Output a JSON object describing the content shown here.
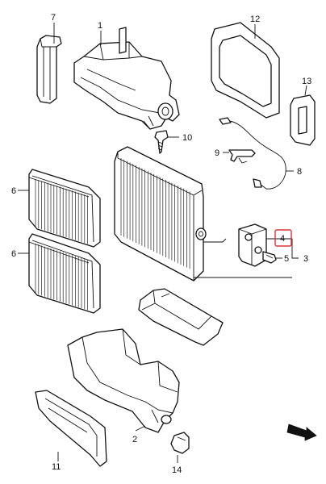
{
  "callouts": {
    "c1": "1",
    "c2": "2",
    "c3": "3",
    "c4": "4",
    "c5": "5",
    "c6a": "6",
    "c6b": "6",
    "c7": "7",
    "c8": "8",
    "c9": "9",
    "c10": "10",
    "c11": "11",
    "c12": "12",
    "c13": "13",
    "c14": "14"
  },
  "highlight_color": "#d9333b",
  "highlighted_callout": "4",
  "icons": {
    "front": "front-arrow-icon"
  }
}
